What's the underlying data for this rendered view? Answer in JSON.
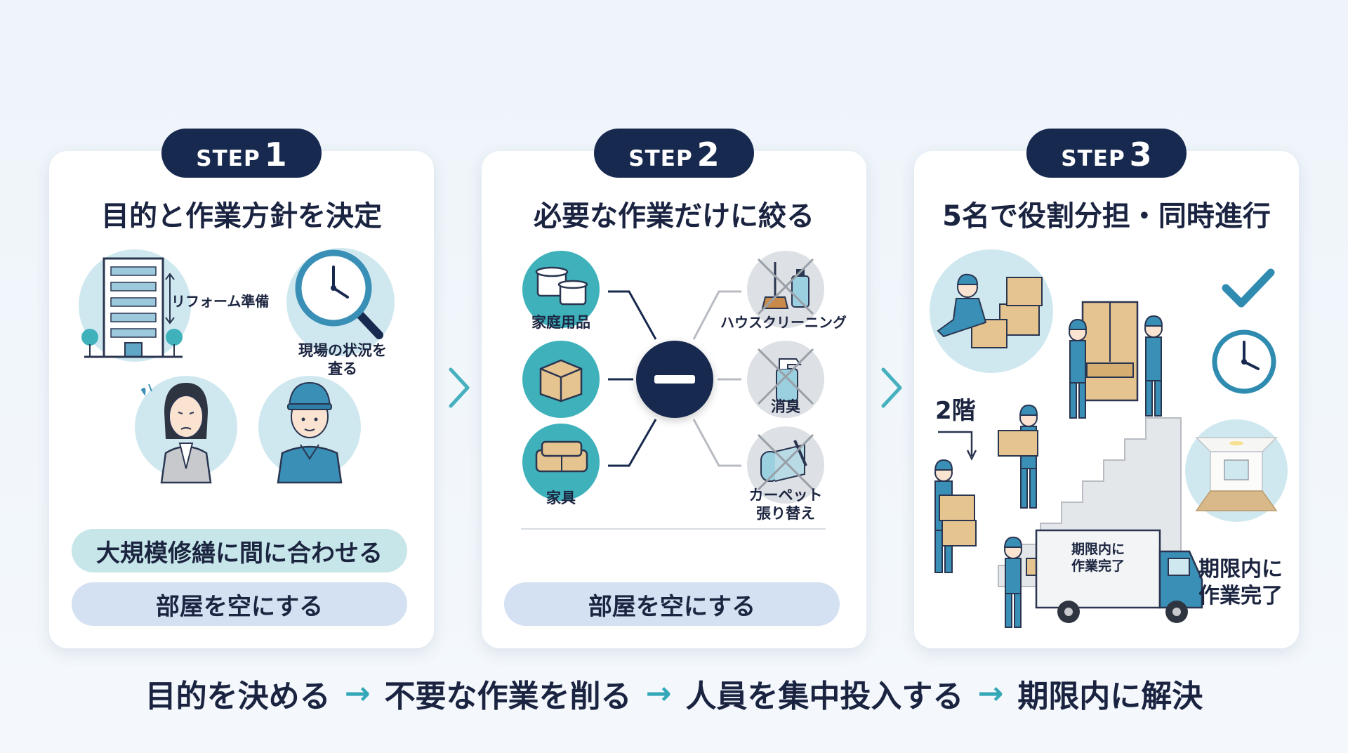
{
  "steps": [
    {
      "step_label": "STEP",
      "step_num": "1",
      "title": "目的と作業方針を決定",
      "building_label": "リフォーム準備",
      "inspect_label_1": "現場の状況を",
      "inspect_label_2": "査る",
      "band_teal": "大規模修繕に間に合わせる",
      "band_blue": "部屋を空にする"
    },
    {
      "step_label": "STEP",
      "step_num": "2",
      "title": "必要な作業だけに絞る",
      "items_kept": [
        "家庭用品",
        "家具"
      ],
      "items_removed": [
        "ハウスクリーニング",
        "消臭"
      ],
      "carpet_label_1": "カーペット",
      "carpet_label_2": "張り替え",
      "band_blue": "部屋を空にする"
    },
    {
      "step_label": "STEP",
      "step_num": "3",
      "title": "5名で役割分担・同時進行",
      "floor_label": "2階",
      "truck_label_1": "期限内に",
      "truck_label_2": "作業完了",
      "done_label_1": "期限内に",
      "done_label_2": "作業完了"
    }
  ],
  "flow": [
    "目的を決める",
    "不要な作業を削る",
    "人員を集中投入する",
    "期限内に解決"
  ],
  "flow_arrow": "→",
  "colors": {
    "navy": "#18294f",
    "teal": "#3fb1bb",
    "light_teal": "#cfe8ef",
    "band_teal": "#c7e6ea",
    "band_blue": "#d4e1f2",
    "worker_blue": "#3a8fb7"
  }
}
